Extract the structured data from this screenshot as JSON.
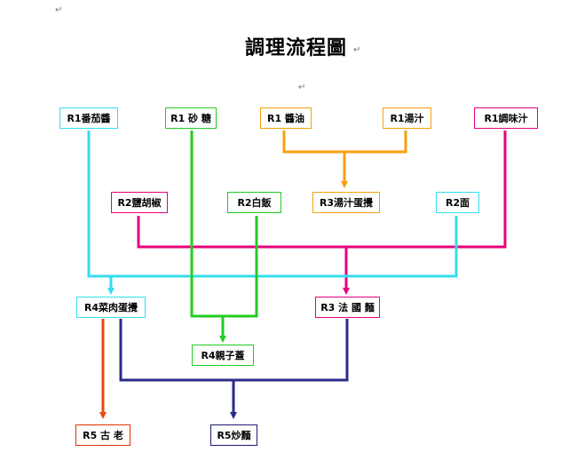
{
  "title": "調理流程圖",
  "colors": {
    "cyan": "#33DDEE",
    "green": "#22CC22",
    "orange": "#F5A00E",
    "pink": "#E6007E",
    "navy": "#2B2B8A",
    "red": "#E64A19"
  },
  "nodes": {
    "r1_tomato_sauce": "R1番茄醬",
    "r1_sugar": "R1 砂 糖",
    "r1_soy_sauce": "R1 醬油",
    "r1_broth": "R1湯汁",
    "r1_seasoning": "R1調味汁",
    "r2_salt_pepper": "R2鹽胡椒",
    "r2_white_rice": "R2白飯",
    "r3_broth_egg": "R3湯汁蛋攪",
    "r2_noodles": "R2面",
    "r4_veg_meat_egg": "R4菜肉蛋攪",
    "r3_french_toast": "R3 法 國 麵",
    "r4_oyakodon": "R4親子蓋",
    "r5_gulao": "R5 古 老",
    "r5_fried_noodles": "R5炒麵"
  }
}
